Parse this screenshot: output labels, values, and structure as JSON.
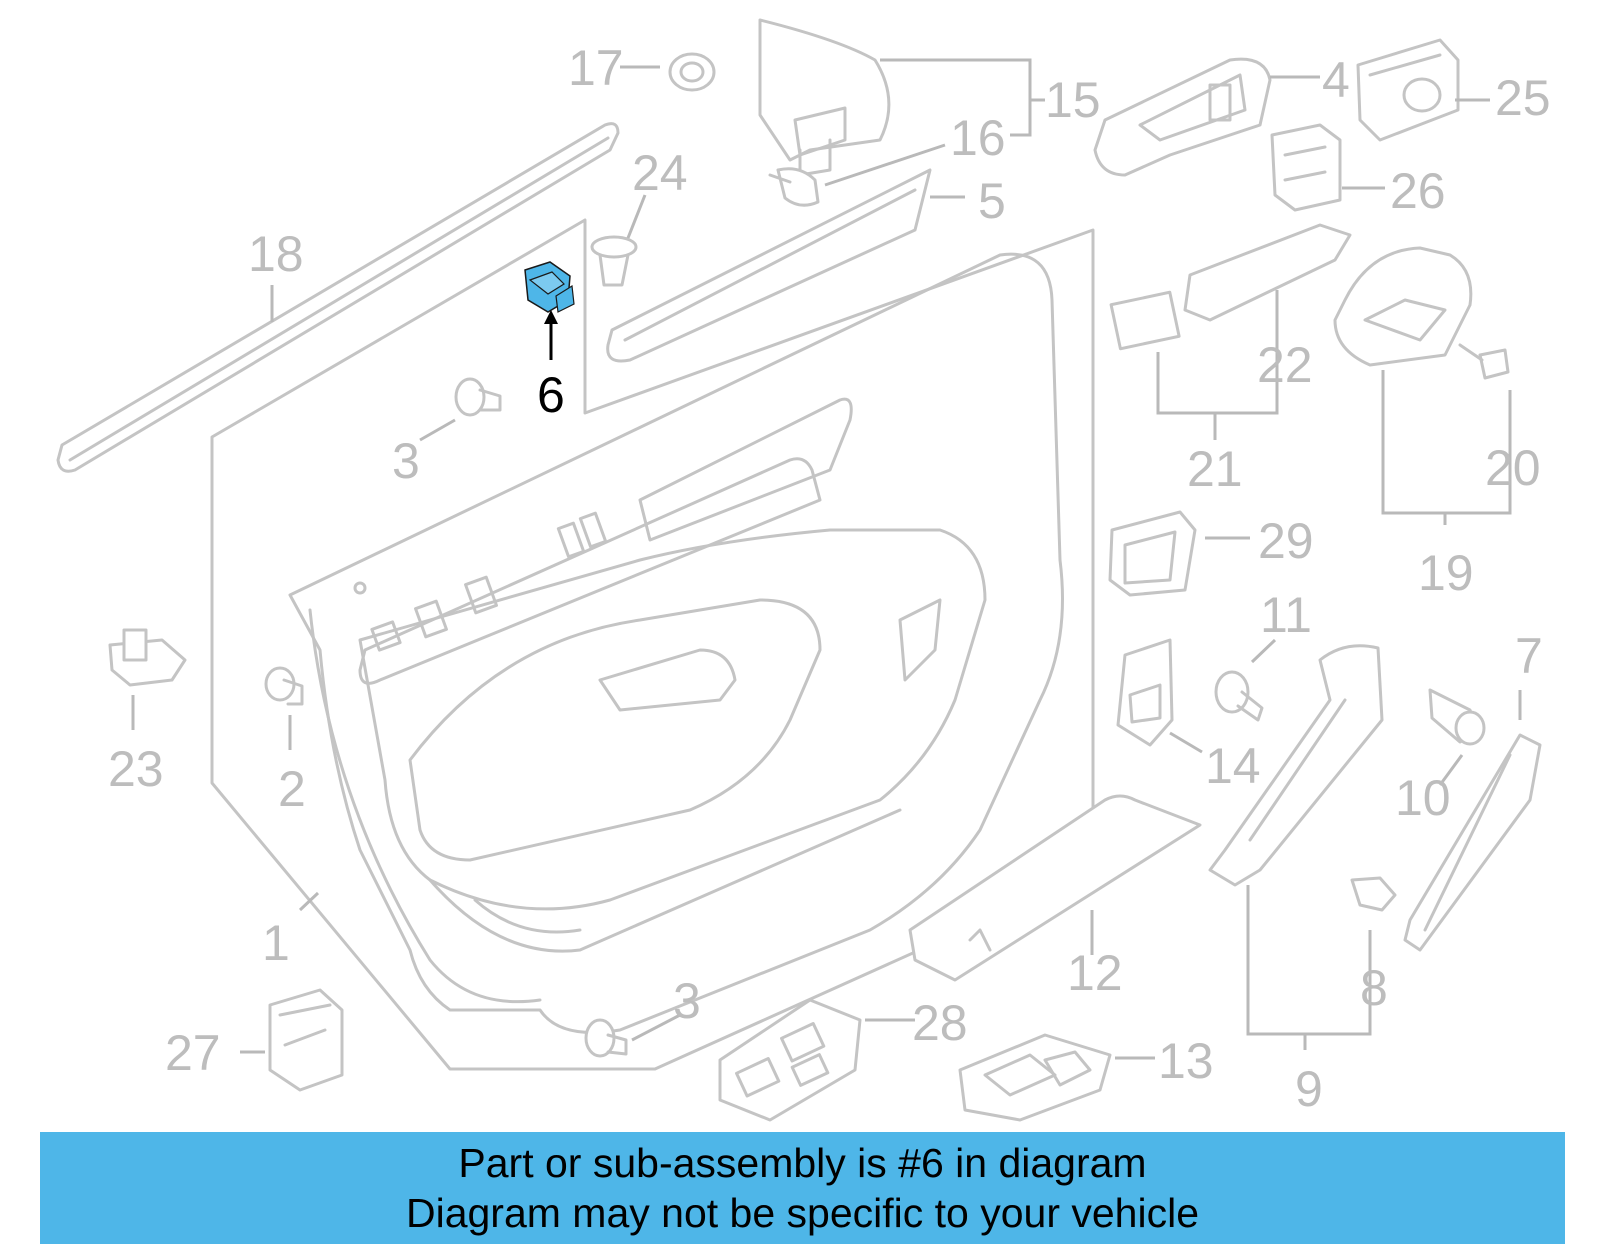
{
  "diagram": {
    "highlight_color": "#4eb6e8",
    "highlighted_part": "6",
    "callouts": [
      {
        "id": "1",
        "label": "1"
      },
      {
        "id": "2",
        "label": "2"
      },
      {
        "id": "3a",
        "label": "3"
      },
      {
        "id": "3b",
        "label": "3"
      },
      {
        "id": "4",
        "label": "4"
      },
      {
        "id": "5",
        "label": "5"
      },
      {
        "id": "6",
        "label": "6"
      },
      {
        "id": "7",
        "label": "7"
      },
      {
        "id": "8",
        "label": "8"
      },
      {
        "id": "9",
        "label": "9"
      },
      {
        "id": "10",
        "label": "10"
      },
      {
        "id": "11",
        "label": "11"
      },
      {
        "id": "12",
        "label": "12"
      },
      {
        "id": "13",
        "label": "13"
      },
      {
        "id": "14",
        "label": "14"
      },
      {
        "id": "15",
        "label": "15"
      },
      {
        "id": "16",
        "label": "16"
      },
      {
        "id": "17",
        "label": "17"
      },
      {
        "id": "18",
        "label": "18"
      },
      {
        "id": "19",
        "label": "19"
      },
      {
        "id": "20",
        "label": "20"
      },
      {
        "id": "21",
        "label": "21"
      },
      {
        "id": "22",
        "label": "22"
      },
      {
        "id": "23",
        "label": "23"
      },
      {
        "id": "24",
        "label": "24"
      },
      {
        "id": "25",
        "label": "25"
      },
      {
        "id": "26",
        "label": "26"
      },
      {
        "id": "27",
        "label": "27"
      },
      {
        "id": "28",
        "label": "28"
      },
      {
        "id": "29",
        "label": "29"
      }
    ]
  },
  "caption": {
    "background_color": "#4eb6e8",
    "line1": "Part or sub-assembly is #6 in diagram",
    "line2": "Diagram may not be specific to your vehicle"
  }
}
